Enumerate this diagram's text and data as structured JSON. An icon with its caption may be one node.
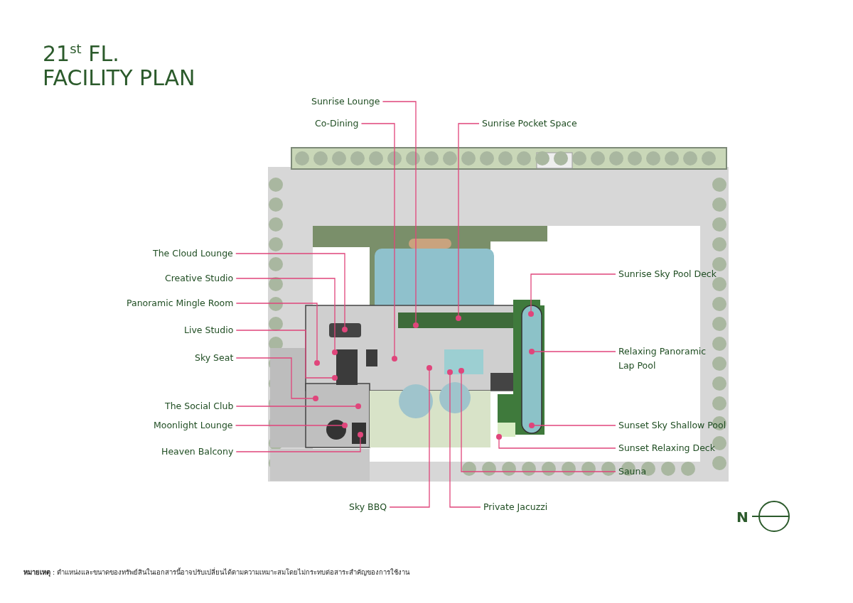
{
  "diagram": {
    "title": "21$^{st}$ FL. FACILITY PLAN",
    "nodes": [
      {
        "text": [
          "Sunrise Lounge"
        ]
      },
      {
        "text": [
          "Co-Dining"
        ]
      },
      {
        "text": [
          "Sunrise Pocket Space"
        ]
      },
      {
        "text": [
          "The Cloud Lounge"
        ]
      },
      {
        "text": [
          "Creative Studio"
        ]
      },
      {
        "text": [
          "Panoramic Mingle Room"
        ]
      },
      {
        "text": [
          "Live Studio"
        ]
      },
      {
        "text": [
          "Sky Seat"
        ]
      },
      {
        "text": [
          "The Social Club"
        ]
      },
      {
        "text": [
          "Moonlight Lounge"
        ]
      },
      {
        "text": [
          "Heaven Balcony"
        ]
      },
      {
        "text": [
          "Sunrise Sky Pool Deck"
        ]
      },
      {
        "text": [
          "Relaxing Panoramic Lap Pool"
        ]
      },
      {
        "text": [
          "Sunset Sky Shallow Pool"
        ]
      },
      {
        "text": [
          "Sunset Relaxing Deck"
        ]
      },
      {
        "text": [
          "Sauna"
        ]
      },
      {
        "text": [
          "Sky BBQ"
        ]
      },
      {
        "text": [
          "Private Jacuzzi"
        ]
      },
      {
        "text": [],
        "shape": "circle"
      },
      {
        "text": [],
        "shape": "circle"
      },
      {
        "text": [],
        "shape": "circle"
      },
      {
        "text": [],
        "shape": "circle"
      },
      {
        "text": [],
        "shape": "circle"
      },
      {
        "text": [],
        "shape": "circle"
      },
      {
        "text": [],
        "shape": "circle"
      },
      {
        "text": [],
        "shape": "circle"
      },
      {
        "text": [],
        "shape": "circle"
      },
      {
        "text": [],
        "shape": "circle"
      },
      {
        "text": [],
        "shape": "circle"
      },
      {
        "text": [],
        "shape": "circle"
      },
      {
        "text": [],
        "shape": "circle"
      },
      {
        "text": [],
        "shape": "circle"
      },
      {
        "text": [],
        "shape": "circle"
      },
      {
        "text": [],
        "shape": "circle"
      },
      {
        "text": [],
        "shape": "circle"
      },
      {
        "text": [],
        "shape": "circle"
      }
    ],
    "edges": [
      {
        "from": 0,
        "to": 18,
        "arrow": "none"
      },
      {
        "from": 1,
        "to": 19,
        "arrow": "none"
      },
      {
        "from": 2,
        "to": 20,
        "arrow": "none"
      },
      {
        "from": 3,
        "to": 21,
        "arrow": "none"
      },
      {
        "from": 4,
        "to": 22,
        "arrow": "none"
      },
      {
        "from": 5,
        "to": 23,
        "arrow": "none"
      },
      {
        "from": 6,
        "to": 24,
        "arrow": "none"
      },
      {
        "from": 7,
        "to": 25,
        "arrow": "none"
      },
      {
        "from": 8,
        "to": 26,
        "arrow": "none"
      },
      {
        "from": 9,
        "to": 27,
        "arrow": "none"
      },
      {
        "from": 10,
        "to": 28,
        "arrow": "none"
      },
      {
        "from": 11,
        "to": 29,
        "arrow": "none"
      },
      {
        "from": 12,
        "to": 30,
        "arrow": "none"
      },
      {
        "from": 13,
        "to": 31,
        "arrow": "none"
      },
      {
        "from": 14,
        "to": 32,
        "arrow": "none"
      },
      {
        "from": 15,
        "to": 33,
        "arrow": "none"
      },
      {
        "from": 16,
        "to": 34,
        "arrow": "none"
      },
      {
        "from": 17,
        "to": 35,
        "arrow": "none"
      }
    ],
    "labels": [
      "N",
      "**หมายเหตุ** : ตำแหน่งและขนาดของทรัพย์สินในเอกสารนี้อาจปรับเปลี่ยนได้ตามความเหมาะสมโดยไม่กระทบต่อสาระสำคัญของการใช้งาน"
    ]
  }
}
